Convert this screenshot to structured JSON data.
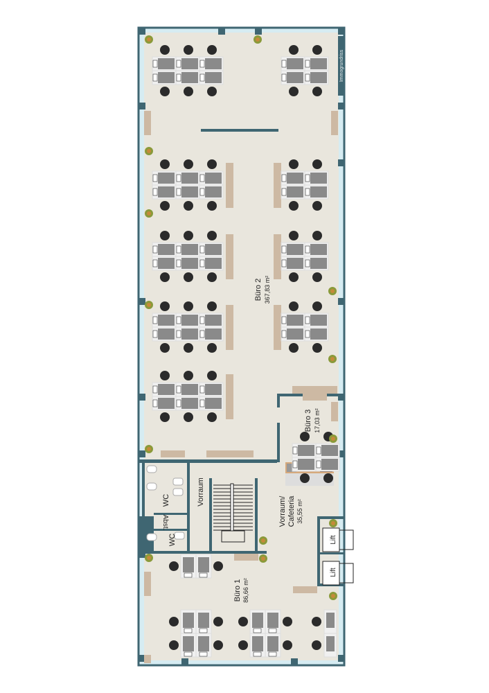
{
  "watermark": "Immogrundriss",
  "rooms": [
    {
      "id": "buero-2",
      "name": "Büro 2",
      "area": "367,83 m²"
    },
    {
      "id": "buero-3",
      "name": "Büro 3",
      "area": "17,03 m²"
    },
    {
      "id": "vorraum-cafeteria",
      "name": "Vorraum/",
      "name2": "Cafeteria",
      "area": "35,55 m²"
    },
    {
      "id": "vorraum",
      "name": "Vorraum"
    },
    {
      "id": "wc-1",
      "name": "WC"
    },
    {
      "id": "abst",
      "name": "Abst."
    },
    {
      "id": "wc-2",
      "name": "WC"
    },
    {
      "id": "buero-1",
      "name": "Büro 1",
      "area": "86,66 m²"
    },
    {
      "id": "lift-1",
      "name": "Lift"
    },
    {
      "id": "lift-2",
      "name": "Lift"
    }
  ],
  "colors": {
    "wall": "#3f6672",
    "floor": "#e9e6dd",
    "window": "#d6ecf2",
    "shelf": "#cdb9a3",
    "desk": "#8a8a8a",
    "chair": "#2b2b2b"
  }
}
